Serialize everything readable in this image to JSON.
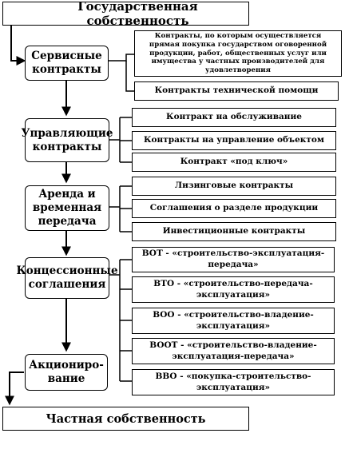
{
  "top_box": "Государственная собственность",
  "bottom_box": "Частная собственность",
  "stages": [
    {
      "label": "Сервисные контракты",
      "items": [
        "Контракты, по которым осуществляется прямая покупка государством оговоренной продукции, работ, общественных услуг или имущества у частных производителей для удовлетворения",
        "Контракты технической помощи"
      ]
    },
    {
      "label": "Управляющие контракты",
      "items": [
        "Контракт на обслуживание",
        "Контракты на управление объектом",
        "Контракт «под ключ»"
      ]
    },
    {
      "label": "Аренда и временная передача",
      "items": [
        "Лизинговые контракты",
        "Соглашения о разделе продукции",
        "Инвестиционные контракты"
      ]
    },
    {
      "label": "Концессионные соглашения",
      "items": [
        "BOT - «строительство-эксплуатация-передача»",
        "BTO - «строительство-передача-эксплуатация»",
        "BOO - «строительство-владение-эксплуатация»",
        "BOOT - «строительство-владение-эксплуатация-передача»",
        "BBO - «покупка-строительство-эксплуатация»"
      ]
    },
    {
      "label": "Акциониро-вание",
      "items": []
    }
  ]
}
